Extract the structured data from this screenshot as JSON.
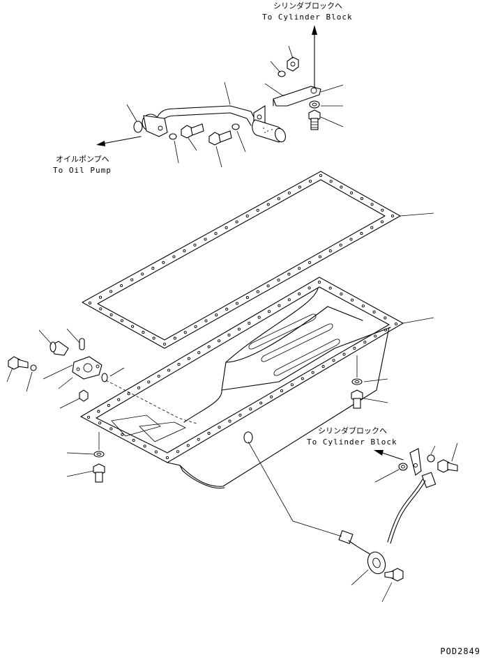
{
  "labels": {
    "cyl_block_top_jp": "シリンダブロックへ",
    "cyl_block_top_en": "To Cylinder Block",
    "oil_pump_jp": "オイルポンプへ",
    "oil_pump_en": "To Oil Pump",
    "cyl_block_right_jp": "シリンダブロックへ",
    "cyl_block_right_en": "To Cylinder Block"
  },
  "drawing_code": "POD2849",
  "colors": {
    "ink": "#000000",
    "paper": "#ffffff"
  }
}
